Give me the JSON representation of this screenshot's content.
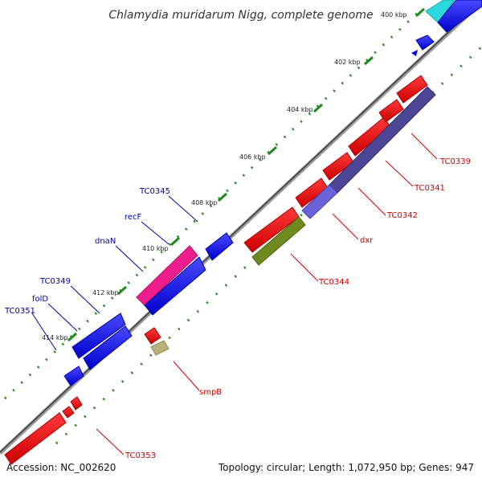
{
  "title": "Chlamydia muridarum Nigg, complete genome",
  "accession": "Accession: NC_002620",
  "summary": "Topology: circular; Length: 1,072,950 bp; Genes: 947",
  "ticks": [
    "400 kbp",
    "402 kbp",
    "404 kbp",
    "406 kbp",
    "408 kbp",
    "410 kbp",
    "412 kbp",
    "414 kbp"
  ],
  "genes_left": [
    "TC0345",
    "recF",
    "dnaN",
    "TC0349",
    "folD",
    "TC0351"
  ],
  "genes_right": [
    "TC0339",
    "TC0341",
    "TC0342",
    "dxr",
    "TC0344",
    "smpB",
    "TC0353"
  ],
  "colors": {
    "forward_cds": "#0000ee",
    "reverse_cds": "#ee0000",
    "pink_feature": "#ee1e8c",
    "cyan_feature": "#2ad8de",
    "slate_feature": "#4d4696",
    "lavender_feature": "#6a62d8",
    "olive_feature": "#6f8a1e",
    "khaki_feature": "#b9b07a",
    "dots": "#1a8a1a",
    "left_label": "#0000aa",
    "right_label": "#cc0000"
  }
}
